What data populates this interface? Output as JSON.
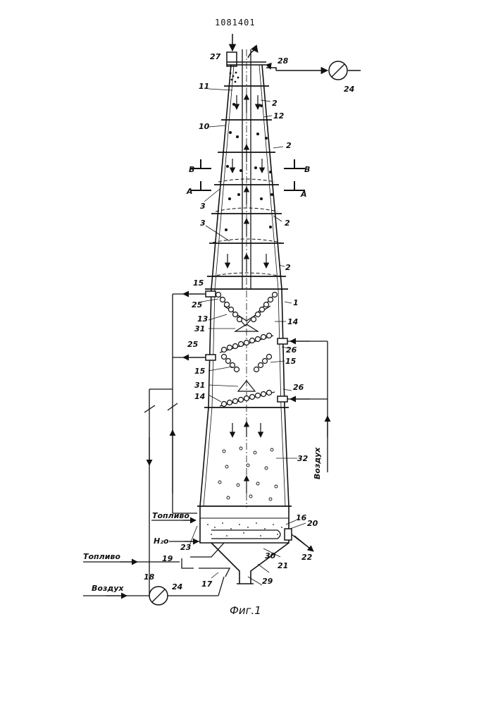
{
  "header": {
    "patent_number": "1081401"
  },
  "figure": {
    "caption": "Фиг.1"
  },
  "labels": {
    "fuel_top": "Топливо",
    "fuel_bottom": "Топливо",
    "hydrogen": "Н₂о",
    "air_bottom": "Воздух",
    "air_side": "Воздух",
    "section_b_left": "В",
    "section_b_right": "В",
    "section_a_left": "А",
    "section_a_right": "А"
  },
  "callouts": {
    "n27": "27",
    "n28": "28",
    "n24a": "24",
    "n11": "11",
    "n2a": "2",
    "n12": "12",
    "n10": "10",
    "n2b": "2",
    "n3a": "3",
    "n2c": "2",
    "n3b": "3",
    "n2d": "2",
    "n15a": "15",
    "n25a": "25",
    "n1": "1",
    "n13": "13",
    "n31a": "31",
    "n14a": "14",
    "n25b": "25",
    "n26a": "26",
    "n15b": "15",
    "n15c": "15",
    "n31b": "31",
    "n26b": "26",
    "n14b": "14",
    "n32": "32",
    "n16": "16",
    "n20": "20",
    "n22": "22",
    "n23": "23",
    "n19": "19",
    "n21": "21",
    "n30": "30",
    "n18": "18",
    "n17": "17",
    "n29": "29",
    "n24b": "24"
  }
}
